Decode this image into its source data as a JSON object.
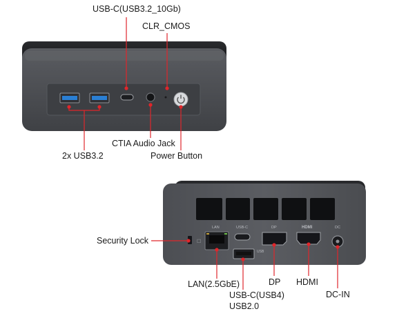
{
  "front_labels": {
    "usb_c": "USB-C(USB3.2_10Gb)",
    "clr_cmos": "CLR_CMOS",
    "usb_a": "2x USB3.2",
    "audio": "CTIA Audio Jack",
    "power": "Power Button"
  },
  "back_labels": {
    "security": "Security Lock",
    "lan": "LAN(2.5GbE)",
    "usbc": "USB-C(USB4)",
    "usb2": "USB2.0",
    "dp": "DP",
    "hdmi": "HDMI",
    "dcin": "DC-IN"
  },
  "panel_marks": {
    "lan": "LAN",
    "usbc": "USB-C",
    "dp": "DP",
    "hdmi": "HDMI",
    "dc": "DC",
    "usb": "USB"
  },
  "colors": {
    "accent": "#e0262b",
    "usb3_blue": "#2a7fd4",
    "chassis": "#4a4c51"
  }
}
